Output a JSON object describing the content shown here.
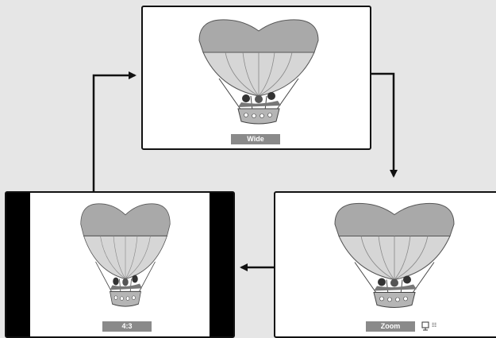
{
  "modes": [
    {
      "id": "wide",
      "label": "Wide"
    },
    {
      "id": "zoom",
      "label": "Zoom"
    },
    {
      "id": "four_three",
      "label": "4:3"
    }
  ],
  "zoom_indicator": {
    "icon": "lightbulb-icon",
    "text": "☷"
  },
  "colors": {
    "background": "#e6e6e6",
    "frame_border": "#111111",
    "label_bg": "#8a8a8a",
    "label_text": "#ffffff",
    "balloon_top": "#a9a9a9",
    "balloon_stripes": "#cfcfcf",
    "arrow": "#111111"
  }
}
